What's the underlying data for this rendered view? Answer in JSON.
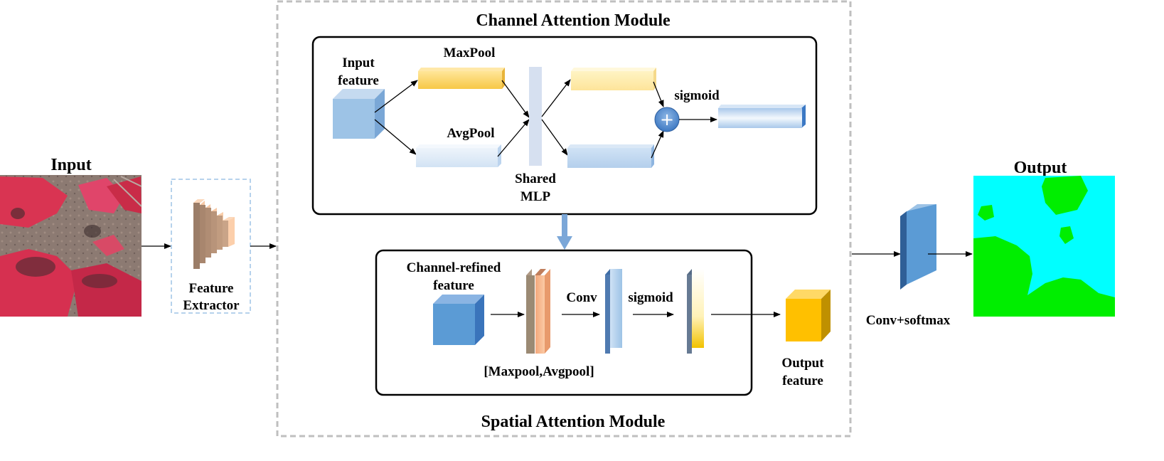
{
  "input": {
    "title": "Input"
  },
  "feature_extractor": {
    "line1": "Feature",
    "line2": "Extractor"
  },
  "channel_attention": {
    "title": "Channel Attention Module",
    "input_feature_line1": "Input",
    "input_feature_line2": "feature",
    "maxpool": "MaxPool",
    "avgpool": "AvgPool",
    "shared_mlp_line1": "Shared",
    "shared_mlp_line2": "MLP",
    "sigmoid": "sigmoid",
    "add_symbol": "+"
  },
  "spatial_attention": {
    "title": "Spatial Attention Module",
    "channel_refined_line1": "Channel-refined",
    "channel_refined_line2": "feature",
    "concat_label": "[Maxpool,Avgpool]",
    "conv": "Conv",
    "sigmoid": "sigmoid",
    "output_feature_line1": "Output",
    "output_feature_line2": "feature"
  },
  "head": {
    "label": "Conv+softmax"
  },
  "output": {
    "title": "Output"
  },
  "colors": {
    "maxpool_bar": "#fcd46a",
    "avgpool_bar": "#dce9f6",
    "mlp_bar": "#d6e0f0",
    "cube_blue": "#9dc3e6",
    "cube_dark_blue": "#5b9bd5",
    "output_cube": "#ffc000",
    "output_cyan": "#00ffff",
    "output_green": "#00ee00",
    "input_red": "#d9304f",
    "dashed_border": "#bfbfbf"
  }
}
